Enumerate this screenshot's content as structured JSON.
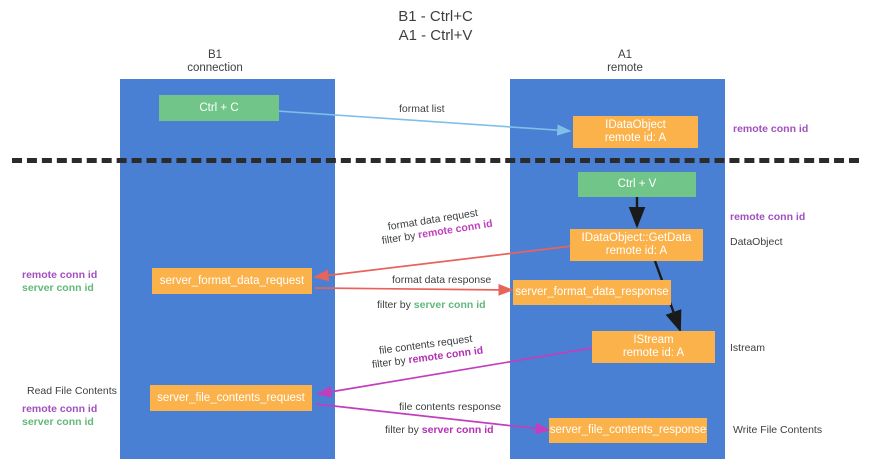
{
  "title": "B1 - Ctrl+C\nA1 - Ctrl+V",
  "columns": [
    {
      "name": "b1",
      "label": "B1\nconnection"
    },
    {
      "name": "a1",
      "label": "A1\nremote"
    }
  ],
  "colors": {
    "lane": "#4a80d4",
    "green_box": "#72c588",
    "orange_box": "#fbb24a",
    "remote_conn_id": "#a24fc0",
    "server_conn_id": "#62b87a",
    "arrow_format_list": "#7fc0e8",
    "arrow_format_data": "#e8635a",
    "arrow_file_contents": "#c13fbd",
    "arrow_black": "#1a1a1a",
    "divider": "#2b2b2b"
  },
  "boxes": {
    "ctrl_c": "Ctrl + C",
    "ctrl_v": "Ctrl + V",
    "idataobject": "IDataObject\nremote id: A",
    "getdata": "IDataObject::GetData\nremote id: A",
    "istream": "IStream\nremote id: A",
    "server_format_data_request": "server_format_data_request",
    "server_format_data_response": "server_format_data_response",
    "server_file_contents_request": "server_file_contents_request",
    "server_file_contents_response": "server_file_contents_response"
  },
  "side_labels": {
    "remote_conn_id_top": "remote conn id",
    "remote_conn_id_mid": "remote conn id",
    "data_object": "DataObject",
    "istream": "Istream",
    "write_file_contents": "Write File Contents",
    "read_file_contents": "Read File Contents",
    "left_remote_conn_id": "remote conn id",
    "left_server_conn_id": "server conn id",
    "bottom_remote_conn_id": "remote conn id",
    "bottom_server_conn_id": "server conn id"
  },
  "flows": {
    "format_list": "format list",
    "format_data_request": "format data request",
    "format_data_request_filter_prefix": "filter by ",
    "format_data_request_filter_value": "remote conn id",
    "format_data_response": "format data response",
    "format_data_response_filter_prefix": "filter by ",
    "format_data_response_filter_value": "server conn id",
    "file_contents_request": "file contents request",
    "file_contents_request_filter_prefix": "filter by ",
    "file_contents_request_filter_value": "remote conn id",
    "file_contents_response": "file contents response",
    "file_contents_response_filter_prefix": "filter by ",
    "file_contents_response_filter_value": "server conn id"
  }
}
